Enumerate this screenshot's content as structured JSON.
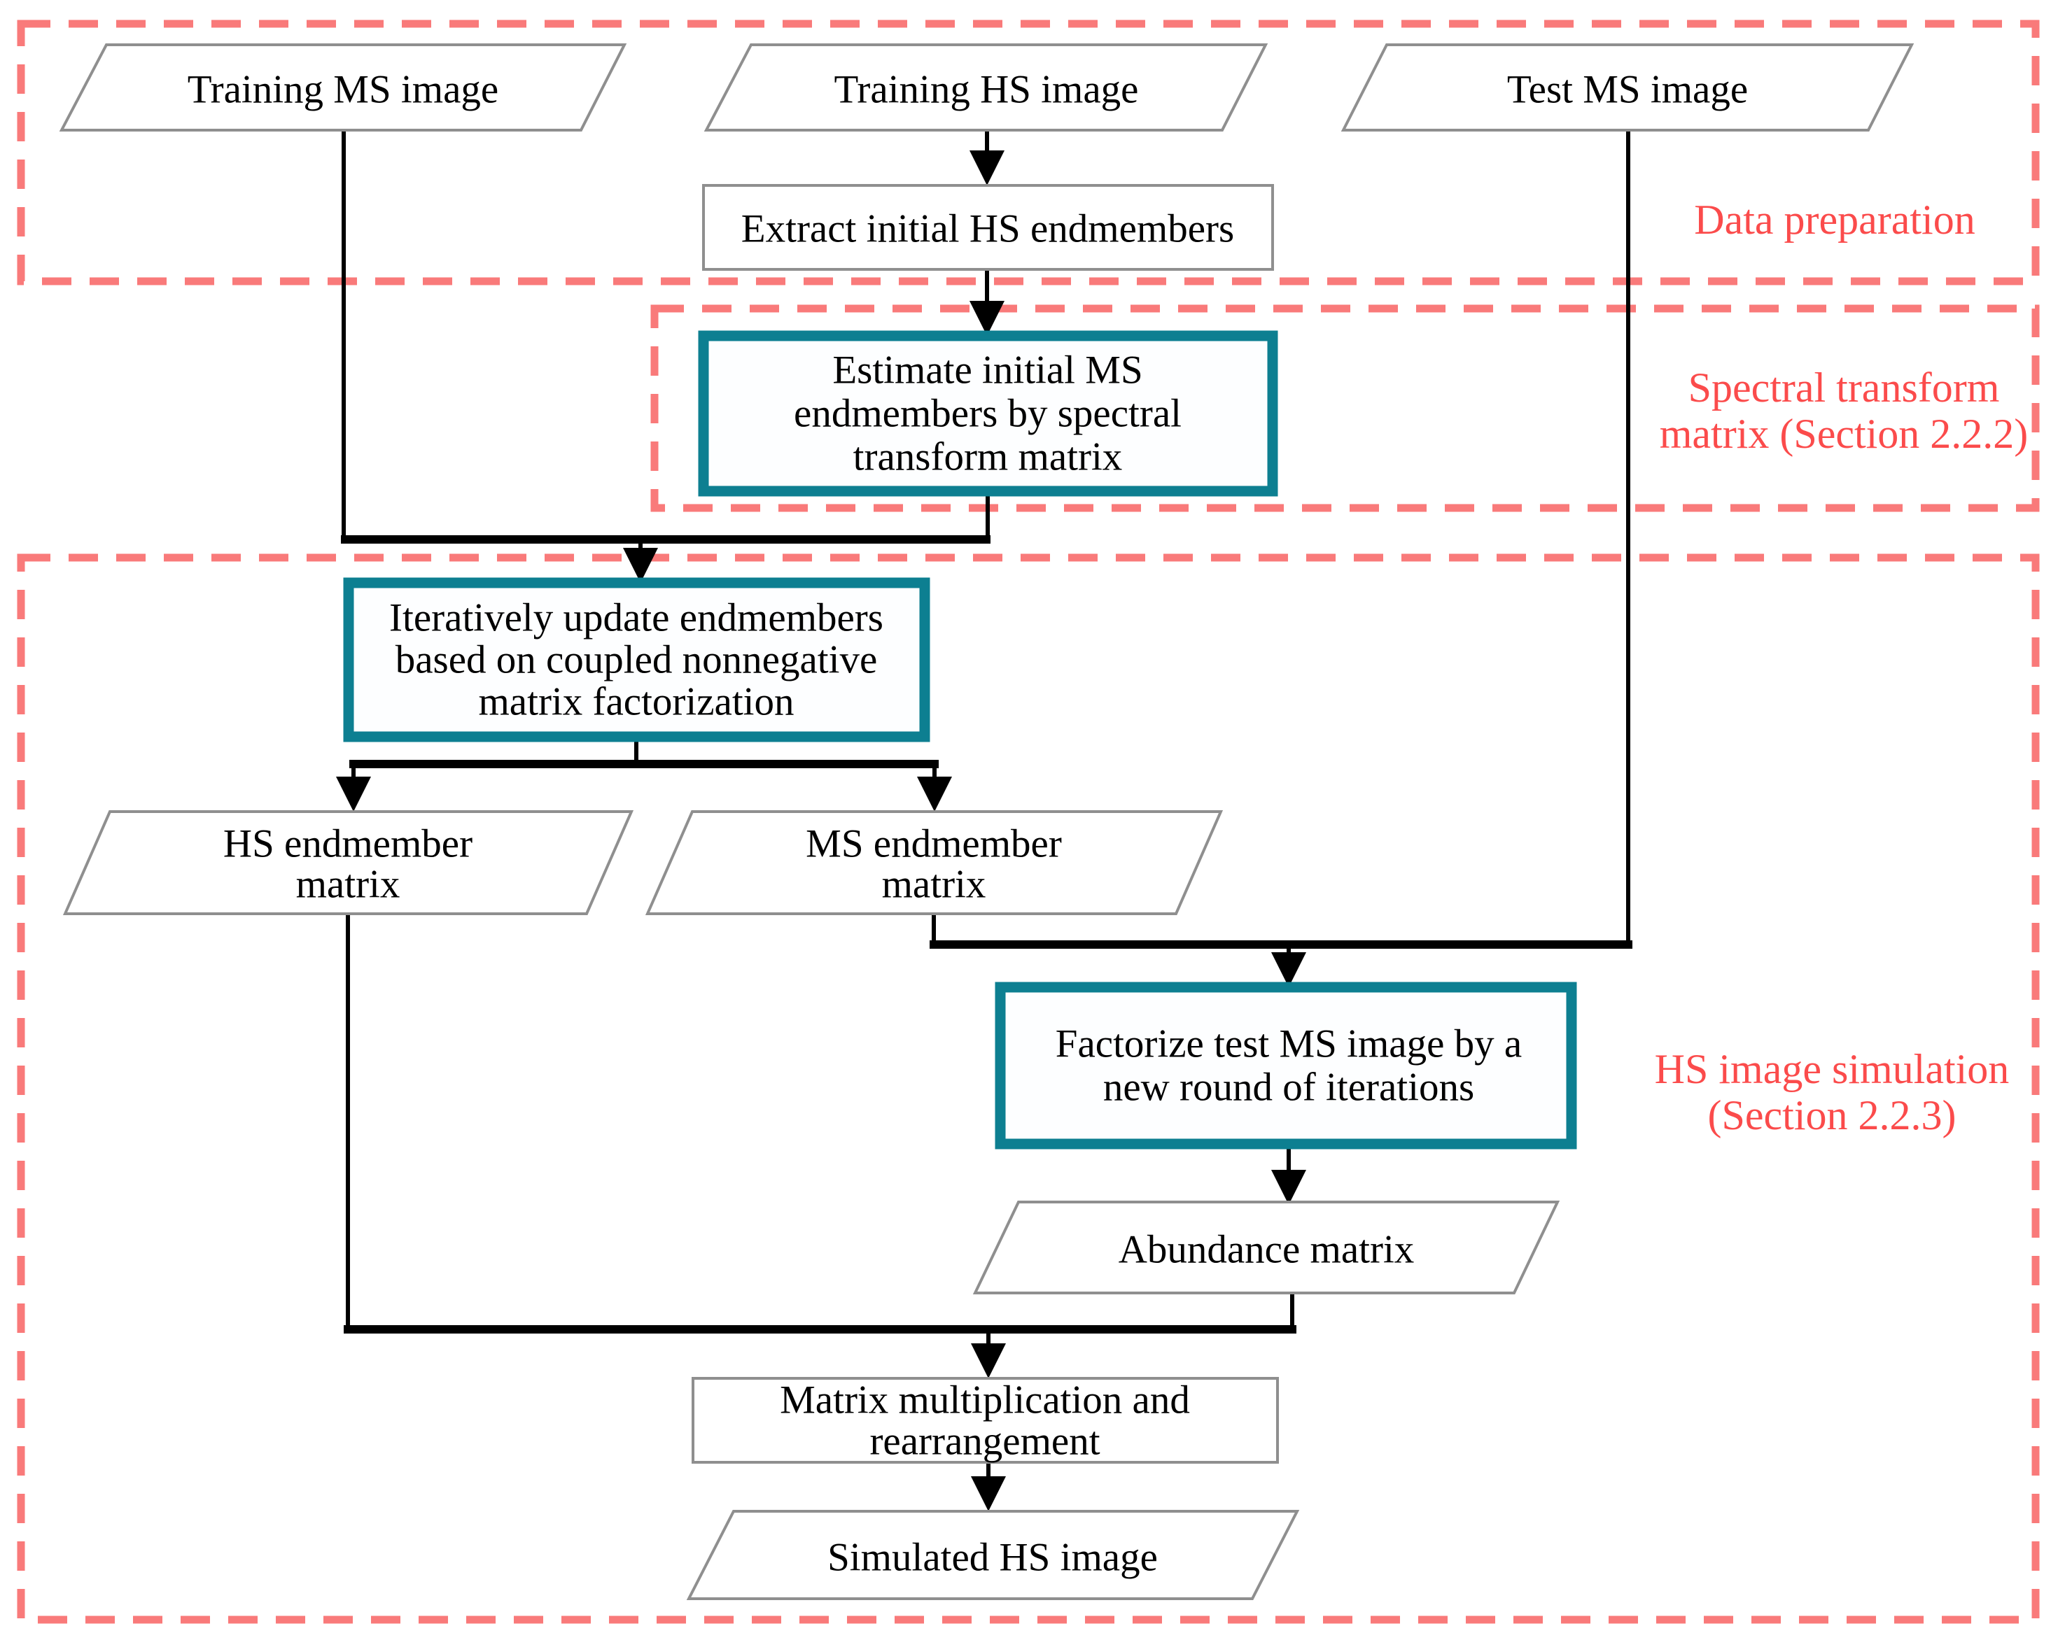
{
  "colors": {
    "teal_accent": "#0d7f91",
    "dash_red": "#f97a7a",
    "label_red": "#fb4b4b",
    "line_black": "#000000",
    "border_gray": "#8f8f8f"
  },
  "regions": {
    "data_preparation": {
      "label": "Data preparation"
    },
    "spectral_transform": {
      "line1": "Spectral transform",
      "line2": "matrix (Section 2.2.2)"
    },
    "hs_image_simulation": {
      "line1": "HS image simulation",
      "line2": "(Section 2.2.3)"
    }
  },
  "nodes": {
    "training_ms": {
      "label": "Training MS image"
    },
    "training_hs": {
      "label": "Training HS image"
    },
    "test_ms": {
      "label": "Test MS image"
    },
    "extract": {
      "label": "Extract initial HS endmembers"
    },
    "estimate": {
      "lines": [
        "Estimate initial MS",
        "endmembers by spectral",
        "transform matrix"
      ]
    },
    "iterate": {
      "lines": [
        "Iteratively update endmembers",
        "based on coupled nonnegative",
        "matrix factorization"
      ]
    },
    "hs_endmember": {
      "lines": [
        "HS endmember",
        "matrix"
      ]
    },
    "ms_endmember": {
      "lines": [
        "MS endmember",
        "matrix"
      ]
    },
    "factorize": {
      "lines": [
        "Factorize test MS image by a",
        "new round of iterations"
      ]
    },
    "abundance": {
      "label": "Abundance matrix"
    },
    "matrix_mult": {
      "lines": [
        "Matrix multiplication and",
        "rearrangement"
      ]
    },
    "simulated_hs": {
      "label": "Simulated HS image"
    }
  }
}
